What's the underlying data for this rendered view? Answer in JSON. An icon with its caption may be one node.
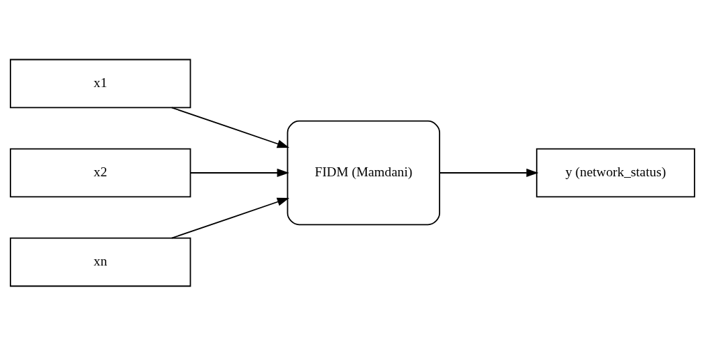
{
  "diagram": {
    "nodes": [
      {
        "text": [
          "x1"
        ]
      },
      {
        "text": [
          "x2"
        ]
      },
      {
        "text": [
          "xn"
        ]
      },
      {
        "text": [
          "FIDM (Mamdani)"
        ]
      },
      {
        "text": [
          "y (network_status)"
        ]
      }
    ],
    "edges": [
      {
        "from": 0,
        "to": 3,
        "arrow": "to"
      },
      {
        "from": 1,
        "to": 3,
        "arrow": "to"
      },
      {
        "from": 2,
        "to": 3,
        "arrow": "to"
      },
      {
        "from": 3,
        "to": 4,
        "arrow": "to"
      }
    ]
  }
}
